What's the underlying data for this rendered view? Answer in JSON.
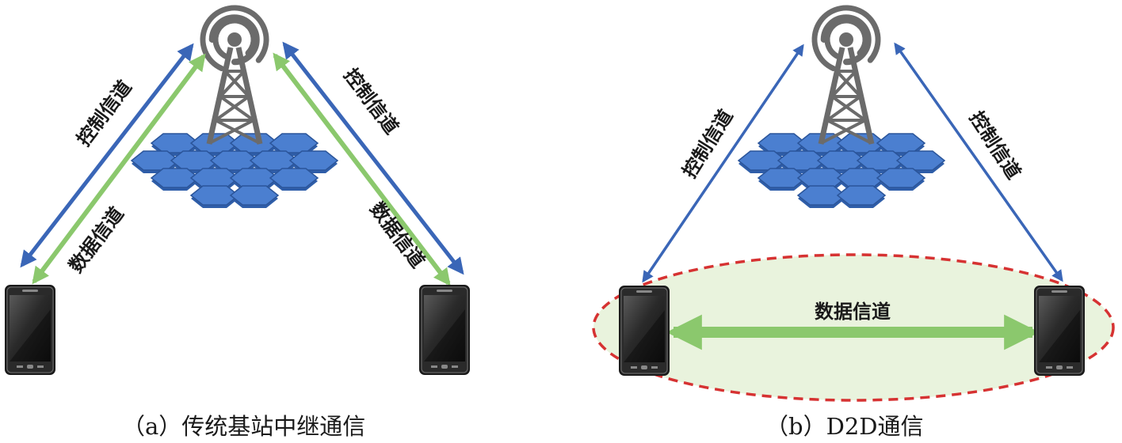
{
  "labels": {
    "control_channel": "控制信道",
    "data_channel": "数据信道"
  },
  "captions": {
    "a": "（a）传统基站中继通信",
    "b": "（b）D2D通信"
  },
  "colors": {
    "control_arrow": "#3a66b7",
    "data_arrow": "#8bc86d",
    "d2d_zone_border": "#d63232",
    "d2d_zone_fill": "#e9f3dd",
    "hex_cell": "#3d6fc0",
    "tower": "#6b6b6b",
    "phone_body": "#2a2a2a"
  },
  "icons": [
    "antenna-tower-icon",
    "cell-grid-icon",
    "smartphone-icon"
  ]
}
